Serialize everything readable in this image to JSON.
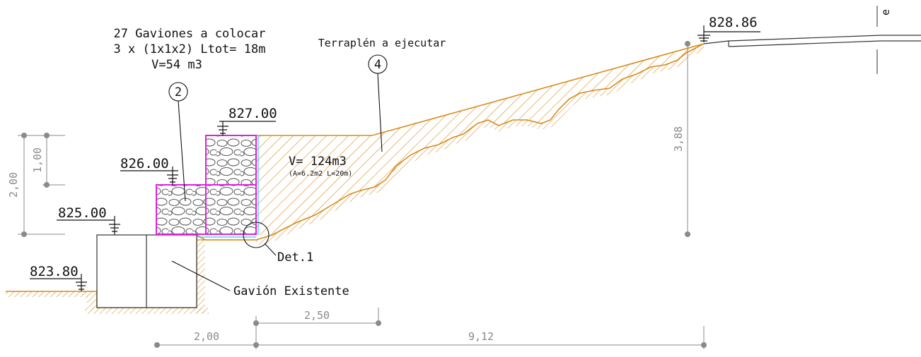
{
  "labels": {
    "gaviones_line1": "27 Gaviones a colocar",
    "gaviones_line2": "3 x (1x1x2) Ltot= 18m",
    "gaviones_line3": "V=54 m3",
    "callout_2": "2",
    "terraplen": "Terraplén a ejecutar",
    "callout_4": "4",
    "volume": "V= 124m3",
    "volume_detail": "(A=6.2m2 L=20m)",
    "detail": "Det.1",
    "existing_gabion": "Gavión Existente",
    "corner_mark": "e"
  },
  "elevations": {
    "top_road": "828.86",
    "gabion_top": "827.00",
    "gabion_mid": "826.00",
    "gabion_base": "825.00",
    "ground": "823.80"
  },
  "dimensions": {
    "height_total": "2,00",
    "height_step": "1,00",
    "height_right": "3,88",
    "width_fill": "2,50",
    "width_gabion": "2,00",
    "width_slope": "9,12"
  },
  "colors": {
    "fill_hatch": "#d98a1a",
    "gabion_outline": "#e020e0",
    "drain_line": "#35d0e0",
    "line": "#111111",
    "dimension": "#8a8a8a"
  }
}
